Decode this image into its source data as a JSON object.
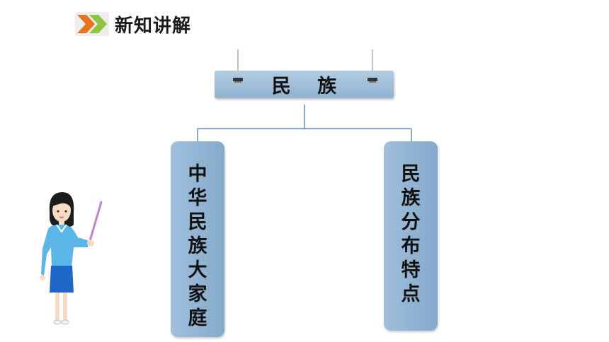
{
  "header": {
    "title": "新知讲解",
    "icon": "double-chevron-icon",
    "colors": {
      "chevron_orange": "#e8731a",
      "chevron_green": "#8cc63f"
    }
  },
  "diagram": {
    "root": {
      "label": "民 族"
    },
    "branches": [
      {
        "label": "中华民族大家庭"
      },
      {
        "label": "民族分布特点"
      }
    ],
    "colors": {
      "box": "#94b6d4",
      "connector": "#5b8fc3"
    }
  },
  "illustration": {
    "icon": "teacher-with-pointer-icon"
  }
}
